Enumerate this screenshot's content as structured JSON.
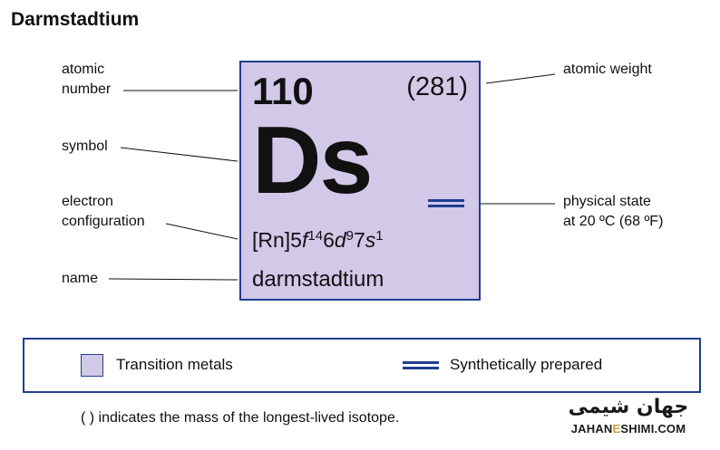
{
  "title": "Darmstadtium",
  "element": {
    "atomic_number": "110",
    "atomic_weight": "(281)",
    "symbol": "Ds",
    "electron_configuration": {
      "core": "[Rn]5",
      "f": "f",
      "f_exp": "14",
      "d_prefix": "6",
      "d": "d",
      "d_exp": "9",
      "s_prefix": "7",
      "s": "s",
      "s_exp": "1"
    },
    "name": "darmstadtium",
    "tile_color": "#d2c8e8",
    "border_color": "#1f3f8f"
  },
  "labels": {
    "atomic_number_1": "atomic",
    "atomic_number_2": "number",
    "symbol": "symbol",
    "electron_configuration_1": "electron",
    "electron_configuration_2": "configuration",
    "name": "name",
    "atomic_weight": "atomic weight",
    "physical_state_1": "physical state",
    "physical_state_2": "at 20 ºC (68 ºF)"
  },
  "legend": {
    "category": "Transition metals",
    "state": "Synthetically prepared"
  },
  "note": "( ) indicates the mass of the longest-lived isotope.",
  "logo": {
    "arabic": "جهان شیمی",
    "english_1": "JAHAN",
    "english_e": "E",
    "english_2": "SHIMI.COM"
  }
}
